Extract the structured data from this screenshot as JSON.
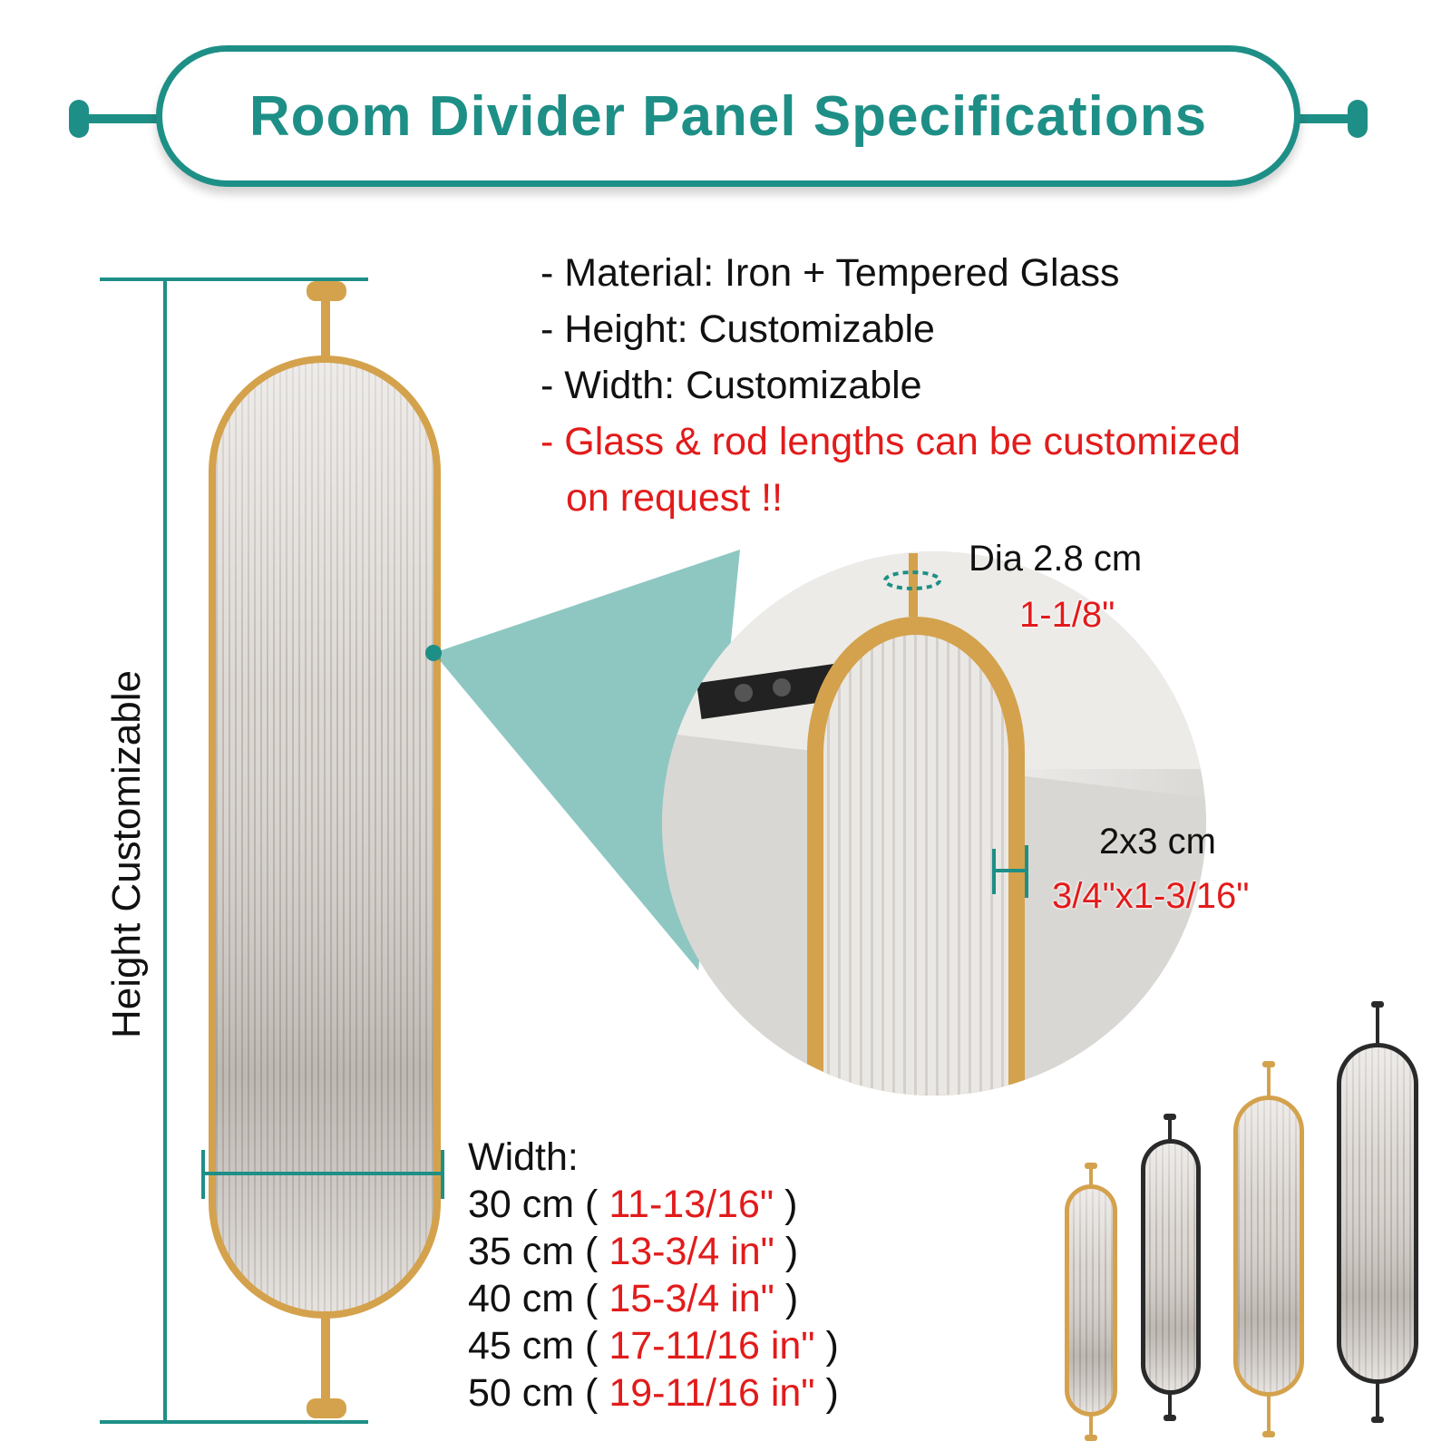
{
  "title": "Room Divider Panel Specifications",
  "specs": {
    "material": "- Material: Iron + Tempered Glass",
    "height": "- Height: Customizable",
    "width": "- Width: Customizable",
    "note_line1": "- Glass & rod lengths can be customized",
    "note_line2": "on request !!"
  },
  "height_label": "Height Customizable",
  "zoom": {
    "rod_metric": "Dia 2.8 cm",
    "rod_imperial": "1-1/8\"",
    "frame_metric": "2x3 cm",
    "frame_imperial": "3/4\"x1-3/16\""
  },
  "widths": {
    "heading": "Width:",
    "rows": [
      {
        "cm": "30 cm (",
        "inch": "11-13/16\"",
        "close": ")"
      },
      {
        "cm": "35 cm (",
        "inch": "13-3/4 in\"",
        "close": ")"
      },
      {
        "cm": "40 cm (",
        "inch": "15-3/4 in\"",
        "close": ")"
      },
      {
        "cm": "45 cm (",
        "inch": "17-11/16 in\"",
        "close": ")"
      },
      {
        "cm": "50 cm (",
        "inch": "19-11/16 in\"",
        "close": ")"
      }
    ]
  },
  "colors": {
    "teal": "#1e8f86",
    "gold": "#d4a24c",
    "red": "#e21b1b",
    "black_frame": "#2a2a2a"
  }
}
